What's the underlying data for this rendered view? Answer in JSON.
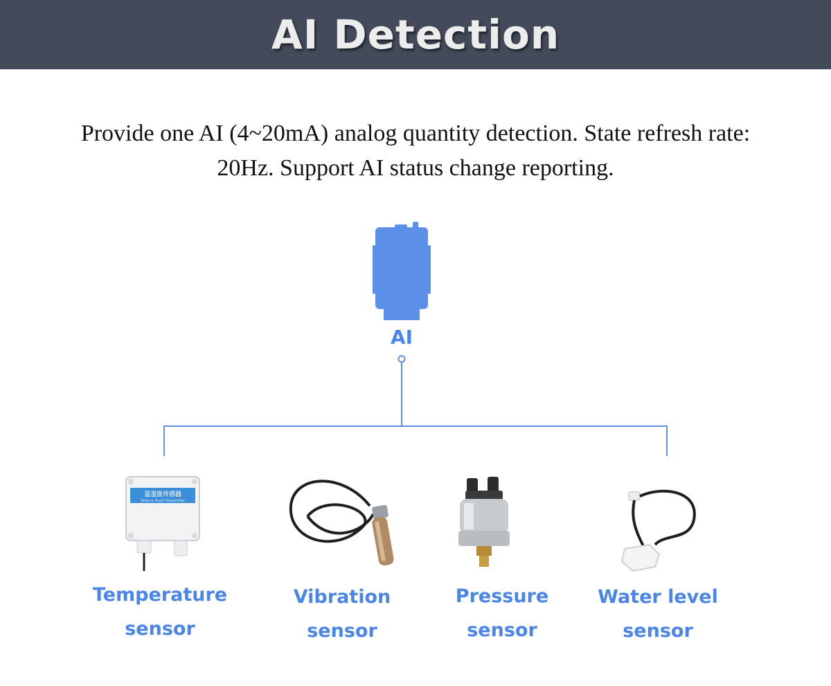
{
  "header": {
    "title": "AI Detection"
  },
  "description": {
    "line1": "Provide one AI (4~20mA) analog quantity detection. State refresh rate:",
    "line2": "20Hz. Support AI status change reporting."
  },
  "device": {
    "label": "AI",
    "color": "#5b8fe8"
  },
  "sensors": [
    {
      "line1": "Temperature",
      "line2": "sensor",
      "icon": "temperature-sensor-icon",
      "panel_text": "温湿度传感器",
      "panel_subtext": "Temp & Humi Transmitter"
    },
    {
      "line1": "Vibration",
      "line2": "sensor",
      "icon": "vibration-sensor-icon"
    },
    {
      "line1": "Pressure",
      "line2": "sensor",
      "icon": "pressure-sensor-icon"
    },
    {
      "line1": "Water level",
      "line2": "sensor",
      "icon": "water-level-sensor-icon"
    }
  ],
  "colors": {
    "header_bg": "#434a5a",
    "accent": "#4a86e8",
    "line": "#5b8fe8"
  }
}
